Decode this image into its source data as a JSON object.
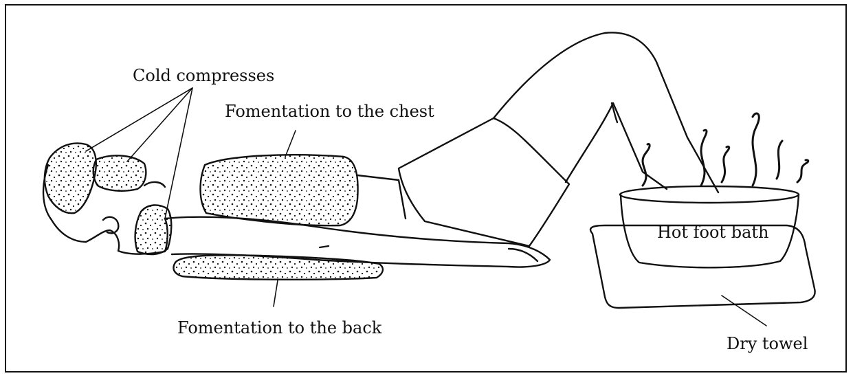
{
  "figure": {
    "labels": {
      "cold_compresses": "Cold compresses",
      "fomentation_chest": "Fomentation to the chest",
      "fomentation_back": "Fomentation to the back",
      "hot_foot_bath": "Hot foot bath",
      "dry_towel": "Dry towel"
    }
  },
  "colors": {
    "ink": "#111111",
    "background": "#ffffff"
  }
}
